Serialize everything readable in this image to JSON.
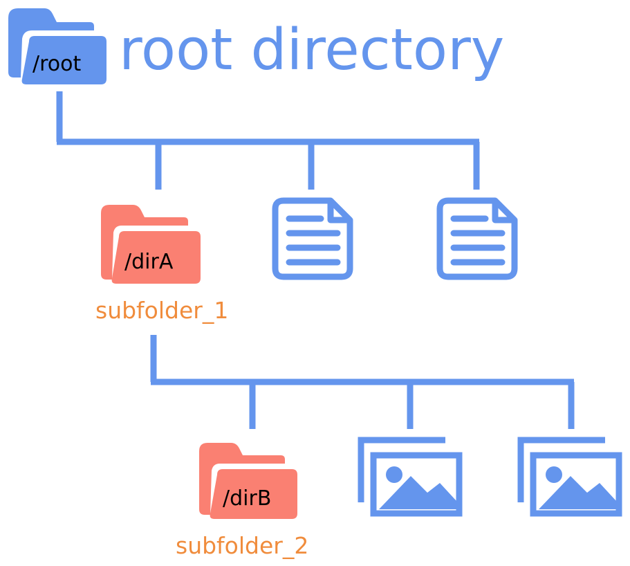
{
  "title": "root directory",
  "root_folder": {
    "label": "/root",
    "icon": "folder-icon"
  },
  "level1": {
    "folder": {
      "label": "/dirA",
      "caption": "subfolder_1",
      "icon": "folder-icon"
    },
    "files": [
      {
        "icon": "document-icon"
      },
      {
        "icon": "document-icon"
      }
    ]
  },
  "level2": {
    "folder": {
      "label": "/dirB",
      "caption": "subfolder_2",
      "icon": "folder-icon"
    },
    "files": [
      {
        "icon": "image-icon"
      },
      {
        "icon": "image-icon"
      }
    ]
  },
  "colors": {
    "blue": "#6495ED",
    "salmon": "#FA8072",
    "orange": "#F08C3C",
    "label": "#000000"
  }
}
